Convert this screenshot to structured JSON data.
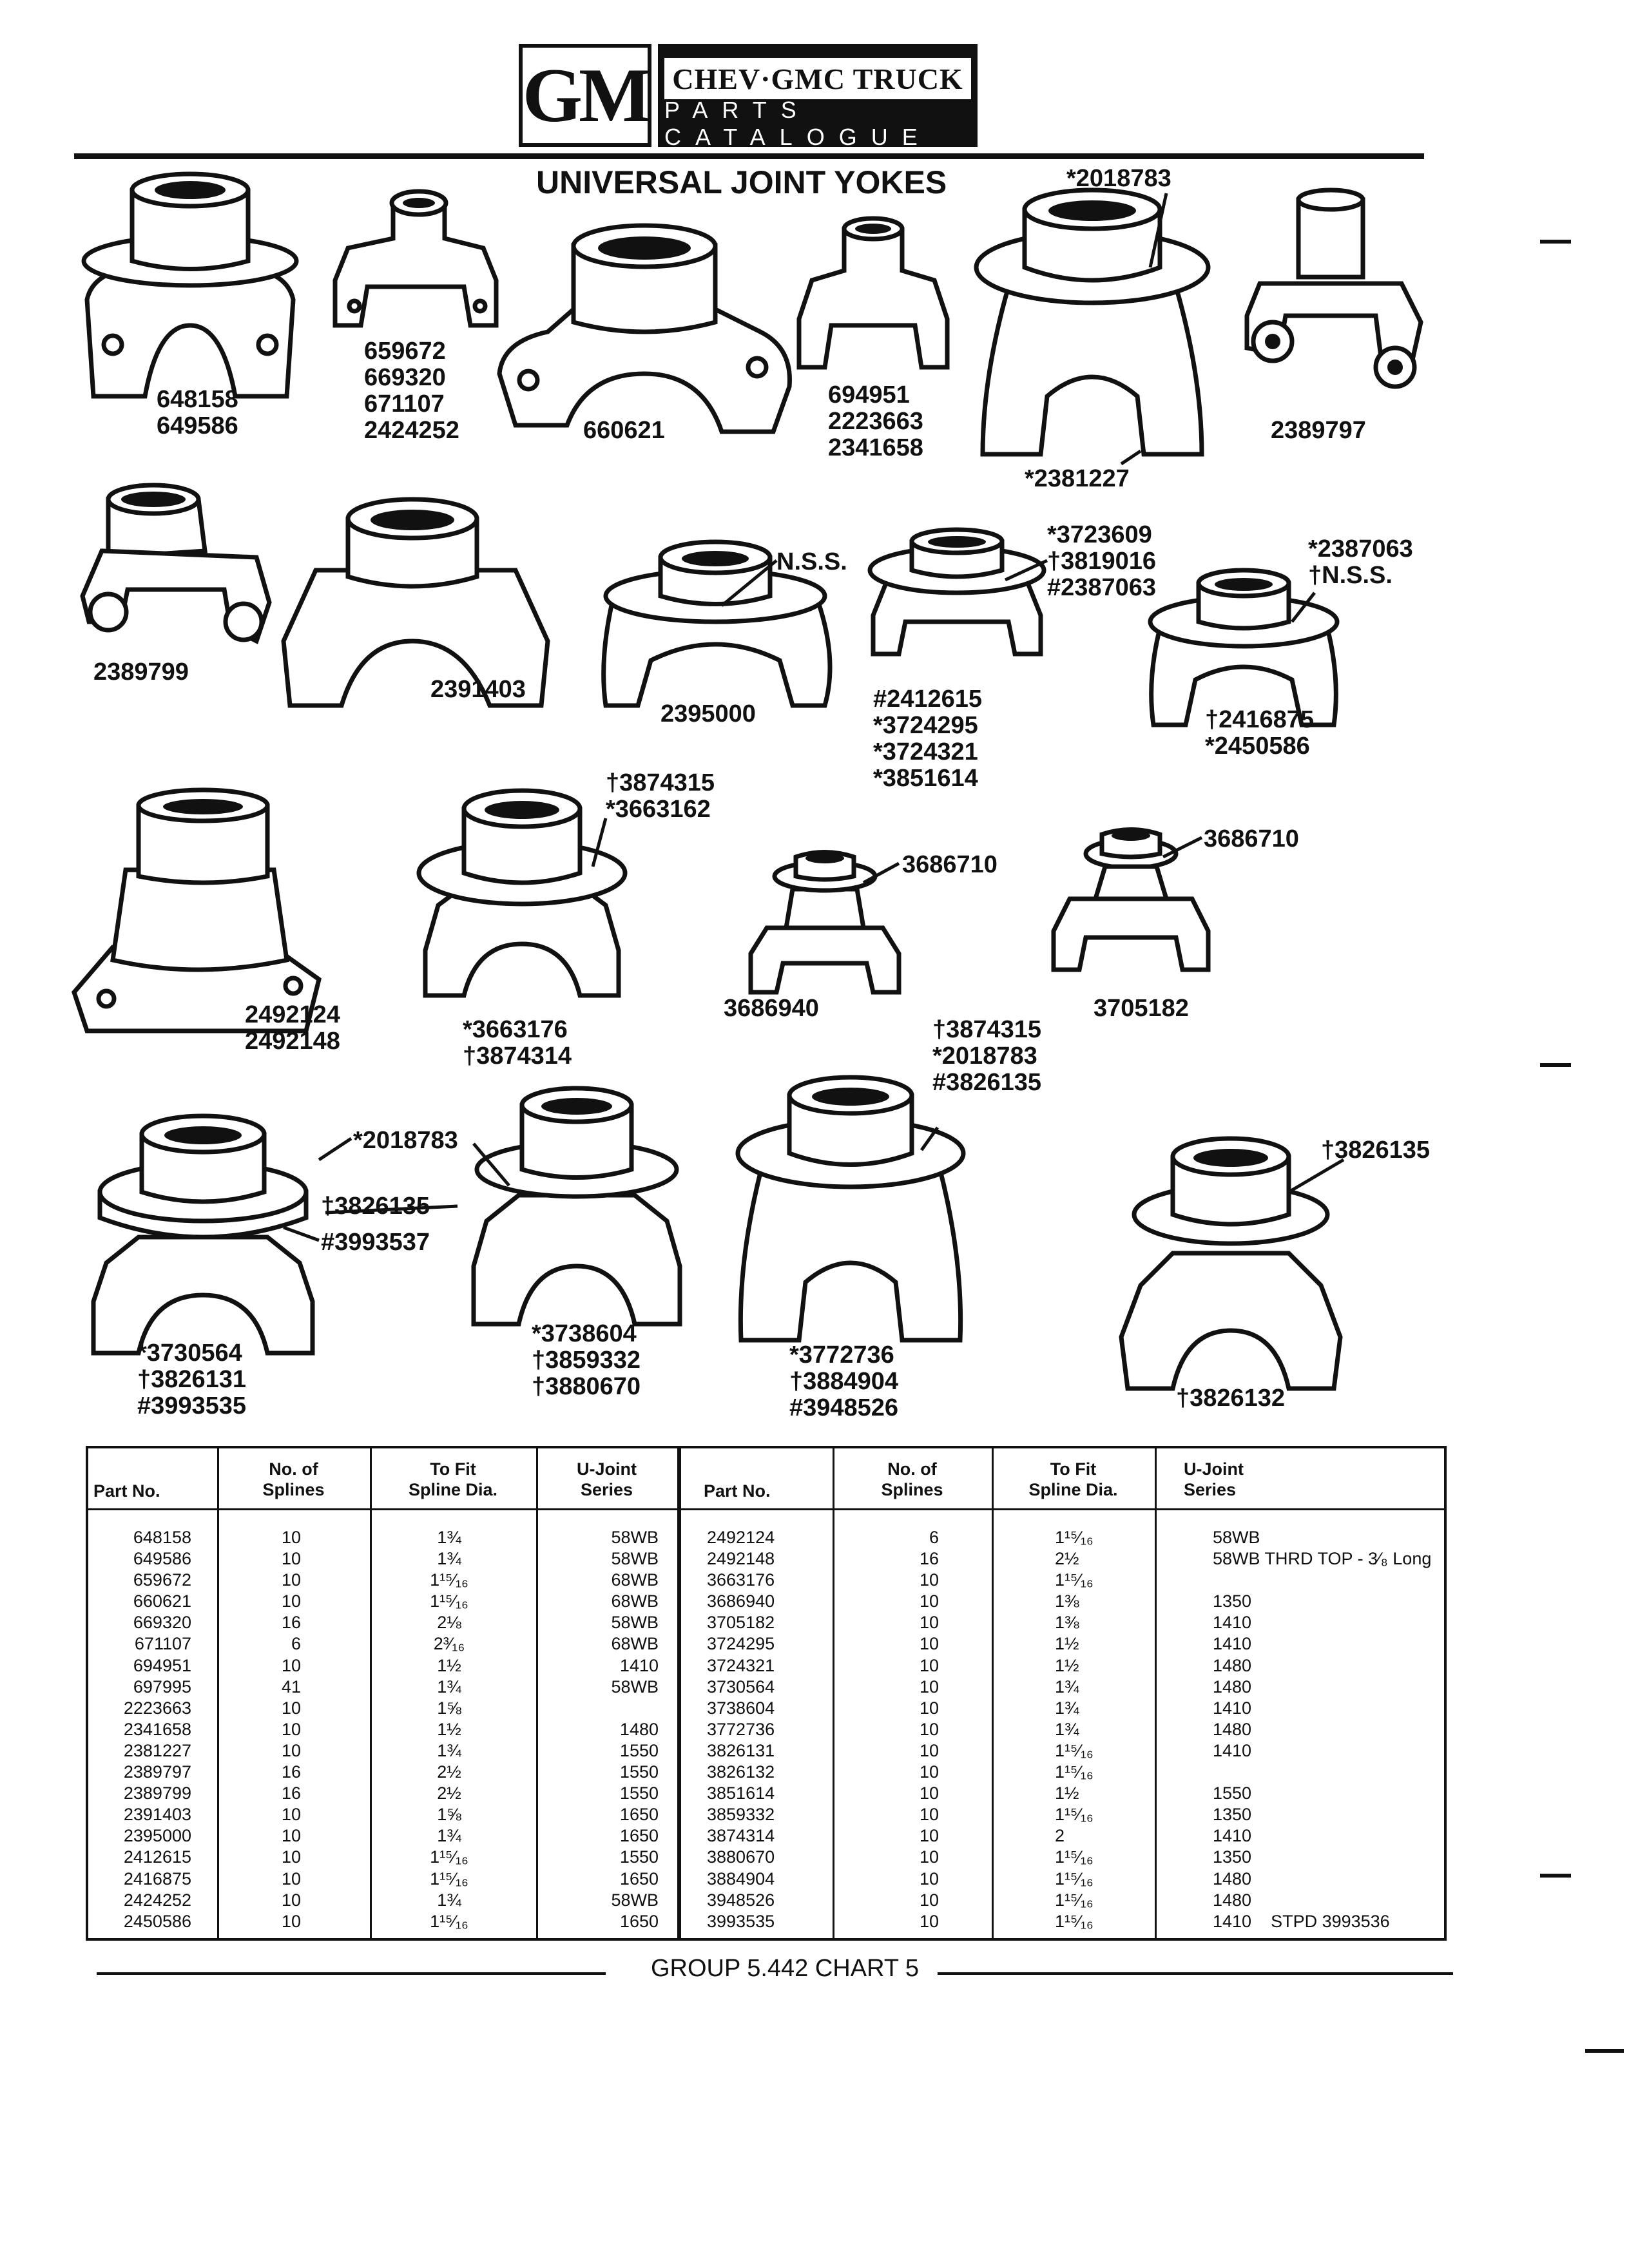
{
  "header": {
    "brand_mark": "GM",
    "brand_line1": "CHEV·GMC TRUCK",
    "brand_line2": "PARTS CATALOGUE"
  },
  "title": "UNIVERSAL JOINT YOKES",
  "callouts": {
    "c1": [
      "648158",
      "649586"
    ],
    "c2": [
      "659672",
      "669320",
      "671107",
      "2424252"
    ],
    "c3": [
      "660621"
    ],
    "c4": [
      "694951",
      "2223663",
      "2341658"
    ],
    "c5_top": [
      "*2018783"
    ],
    "c5_bottom": [
      "*2381227"
    ],
    "c6": [
      "2389797"
    ],
    "c7": [
      "2389799"
    ],
    "c8": [
      "2391403"
    ],
    "c9_nss": [
      "N.S.S."
    ],
    "c9": [
      "2395000"
    ],
    "c10_top": [
      "*3723609",
      "†3819016",
      "#2387063"
    ],
    "c10_bottom": [
      "#2412615",
      "*3724295",
      "*3724321",
      "*3851614"
    ],
    "c11_top": [
      "*2387063",
      "†N.S.S."
    ],
    "c11_bottom": [
      "†2416875",
      "*2450586"
    ],
    "c12": [
      "2492124",
      "2492148"
    ],
    "c13_top": [
      "†3874315",
      "*3663162"
    ],
    "c13_bottom": [
      "*3663176",
      "†3874314"
    ],
    "c14_side": [
      "3686710"
    ],
    "c14": [
      "3686940"
    ],
    "c15_side": [
      "3686710"
    ],
    "c15": [
      "3705182"
    ],
    "c16_a": [
      "*2018783"
    ],
    "c16_b": [
      "†3826135"
    ],
    "c16_c": [
      "#3993537"
    ],
    "c16_bottom": [
      "*3730564",
      "†3826131",
      "#3993535"
    ],
    "c17": [
      "*3738604",
      "†3859332",
      "†3880670"
    ],
    "c18_top": [
      "†3874315",
      "*2018783",
      "#3826135"
    ],
    "c18_bottom": [
      "*3772736",
      "†3884904",
      "#3948526"
    ],
    "c19_side": [
      "†3826135"
    ],
    "c19": [
      "†3826132"
    ]
  },
  "table": {
    "headers_left": {
      "part": "Part No.",
      "splines": [
        "No. of",
        "Splines"
      ],
      "fit": [
        "To Fit",
        "Spline Dia."
      ],
      "series": [
        "U-Joint",
        "Series"
      ]
    },
    "headers_right": {
      "part": "Part No.",
      "splines": [
        "No. of",
        "Splines"
      ],
      "fit": [
        "To Fit",
        "Spline Dia."
      ],
      "series": [
        "U-Joint",
        "Series"
      ]
    },
    "left": {
      "part_no": [
        "648158",
        "649586",
        "659672",
        "660621",
        "669320",
        "671107",
        "694951",
        "697995",
        "2223663",
        "2341658",
        "2381227",
        "2389797",
        "2389799",
        "2391403",
        "2395000",
        "2412615",
        "2416875",
        "2424252",
        "2450586"
      ],
      "splines": [
        "10",
        "10",
        "10",
        "10",
        "16",
        "6",
        "10",
        "41",
        "10",
        "10",
        "10",
        "16",
        "16",
        "10",
        "10",
        "10",
        "10",
        "10",
        "10"
      ],
      "spline_dia": [
        "1¾",
        "1¾",
        "1¹⁵⁄₁₆",
        "1¹⁵⁄₁₆",
        "2⅛",
        "2³⁄₁₆",
        "1½",
        "1¾",
        "1⅝",
        "1½",
        "1¾",
        "2½",
        "2½",
        "1⅝",
        "1¾",
        "1¹⁵⁄₁₆",
        "1¹⁵⁄₁₆",
        "1¾",
        "1¹⁵⁄₁₆"
      ],
      "series": [
        "58WB",
        "58WB",
        "68WB",
        "68WB",
        "58WB",
        "68WB",
        "1410",
        "58WB",
        "",
        "1480",
        "1550",
        "1550",
        "1550",
        "1650",
        "1650",
        "1550",
        "1650",
        "58WB",
        "1650"
      ]
    },
    "right": {
      "part_no": [
        "2492124",
        "2492148",
        "3663176",
        "3686940",
        "3705182",
        "3724295",
        "3724321",
        "3730564",
        "3738604",
        "3772736",
        "3826131",
        "3826132",
        "3851614",
        "3859332",
        "3874314",
        "3880670",
        "3884904",
        "3948526",
        "3993535"
      ],
      "splines": [
        "6",
        "16",
        "10",
        "10",
        "10",
        "10",
        "10",
        "10",
        "10",
        "10",
        "10",
        "10",
        "10",
        "10",
        "10",
        "10",
        "10",
        "10",
        "10"
      ],
      "spline_dia": [
        "1¹⁵⁄₁₆",
        "2½",
        "1¹⁵⁄₁₆",
        "1⅜",
        "1⅜",
        "1½",
        "1½",
        "1¾",
        "1¾",
        "1¾",
        "1¹⁵⁄₁₆",
        "1¹⁵⁄₁₆",
        "1½",
        "1¹⁵⁄₁₆",
        "2",
        "1¹⁵⁄₁₆",
        "1¹⁵⁄₁₆",
        "1¹⁵⁄₁₆",
        "1¹⁵⁄₁₆"
      ],
      "series": [
        "58WB",
        "58WB THRD TOP - 3⁄₈ Long",
        "",
        "1350",
        "1410",
        "1410",
        "1480",
        "1480",
        "1410",
        "1480",
        "1410",
        "",
        "1550",
        "1350",
        "1410",
        "1350",
        "1480",
        "1480",
        "1410    STPD 3993536"
      ]
    }
  },
  "footer": "GROUP 5.442 CHART 5"
}
